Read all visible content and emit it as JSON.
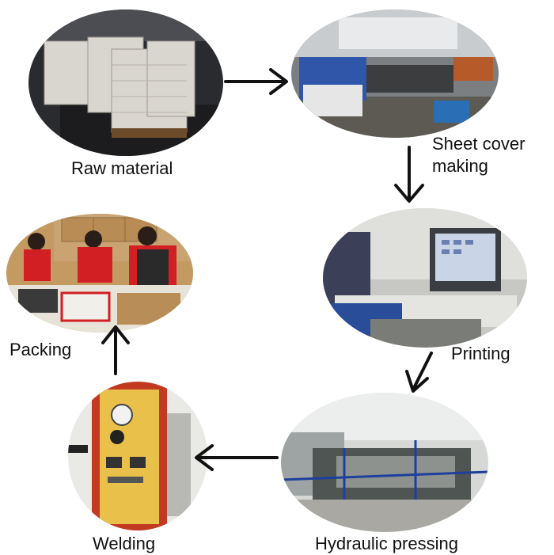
{
  "diagram": {
    "steps": [
      {
        "id": "raw",
        "label": "Raw material",
        "photo": "stacked paperboard sheets in warehouse"
      },
      {
        "id": "sheet",
        "label": "Sheet cover making",
        "photo": "sheet cutting machine line"
      },
      {
        "id": "print",
        "label": "Printing",
        "photo": "printing machine with control screen"
      },
      {
        "id": "press",
        "label": "Hydraulic pressing",
        "photo": "hydraulic pressing machines in factory"
      },
      {
        "id": "weld",
        "label": "Welding",
        "photo": "high frequency welding machine panel"
      },
      {
        "id": "pack",
        "label": "Packing",
        "photo": "workers packing products into boxes"
      }
    ],
    "colors": {
      "arrow": "#111111",
      "workwear": "#d21f24",
      "machine_panel": "#e8c04a"
    }
  }
}
